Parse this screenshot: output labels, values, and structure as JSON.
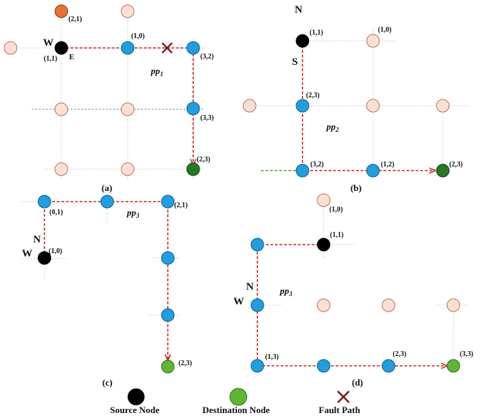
{
  "colors": {
    "source": "#000000",
    "destination": "#267a24",
    "destination_light": "#5db534",
    "path_node": "#1f9ee0",
    "idle_node": "#fde0d2",
    "highlight_node": "#e97132",
    "path_line": "#d11f1f",
    "fault": "#7a1a1a"
  },
  "panels": {
    "a": {
      "caption": "(a)",
      "path_name": "pp",
      "path_sub": "1",
      "dirs": {
        "w": "W",
        "e": "E"
      },
      "labels": {
        "n21": "(2,1)",
        "n11": "(1,1)",
        "n10": "(1,0)",
        "n32": "(3,2)",
        "n33": "(3,3)",
        "n23": "(2,3)"
      }
    },
    "b": {
      "caption": "(b)",
      "path_name": "pp",
      "path_sub": "2",
      "dirs": {
        "n": "N",
        "s": "S"
      },
      "labels": {
        "n11": "(1,1)",
        "n10": "(1,0)",
        "n23": "(2,3)",
        "n32": "(3,2)",
        "n12": "(1,2)",
        "dst": "(2,3)"
      }
    },
    "c": {
      "caption": "(c)",
      "path_name": "pp",
      "path_sub": "3",
      "dirs": {
        "n": "N",
        "w": "W"
      },
      "labels": {
        "n01": "(0,1)",
        "n21": "(2,1)",
        "n10": "(1,0)",
        "n23": "(2,3)"
      }
    },
    "d": {
      "caption": "(d)",
      "path_name": "pp",
      "path_sub": "3",
      "dirs": {
        "n": "N",
        "w": "W"
      },
      "labels": {
        "n10": "(1,0)",
        "n11": "(1,1)",
        "n13": "(1,3)",
        "n23": "(2,3)",
        "n33": "(3,3)"
      }
    }
  },
  "legend": {
    "source": "Source Node",
    "destination": "Destination Node",
    "fault": "Fault Path"
  }
}
